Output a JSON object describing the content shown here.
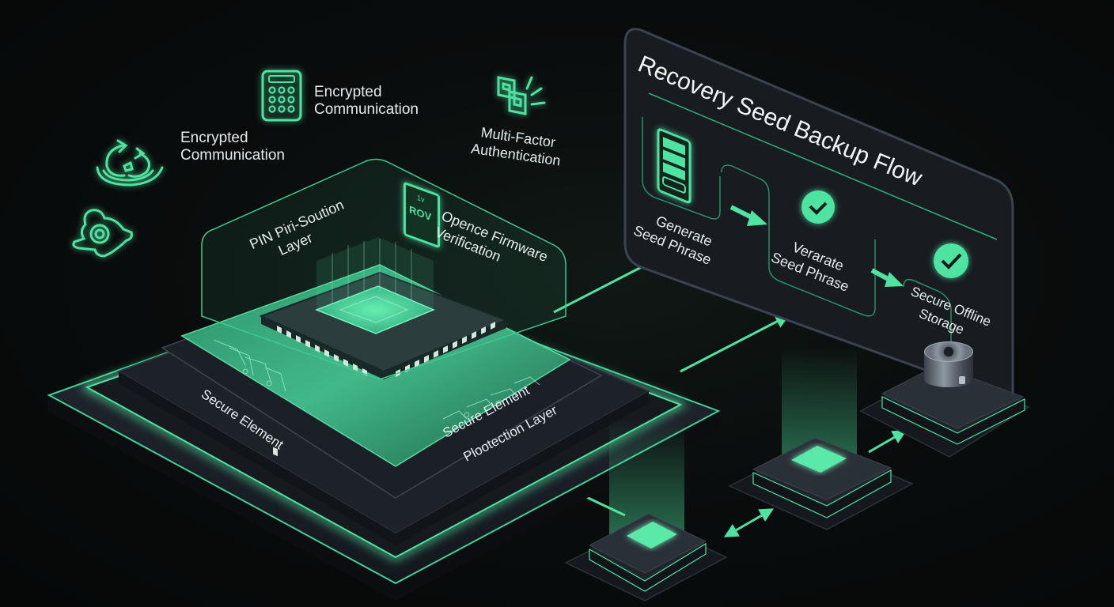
{
  "colors": {
    "background": "#080b0b",
    "accent": "#4fe3a2",
    "accent_dark": "#2a9a6a",
    "panel": "#1b2025",
    "panel_border": "#3a4350",
    "text": "#e6ebec"
  },
  "floating_features": [
    {
      "id": "encrypted-comm-keypad",
      "icon": "keypad-icon",
      "line1": "Encrypted",
      "line2": "Communication"
    },
    {
      "id": "encrypted-comm-refresh",
      "icon": "rotating-arrows-icon",
      "line1": "Encrypted",
      "line2": "Communication"
    },
    {
      "id": "mfa",
      "icon": "multi-device-auth-icon",
      "line1": "Multi-Factor",
      "line2": "Authentication"
    },
    {
      "id": "misc",
      "icon": "hardware-key-icon"
    }
  ],
  "chip_stack": {
    "pin_layer": {
      "line1": "PIN Piri-Soution",
      "line2": "Layer"
    },
    "firmware": {
      "icon": "firmware-badge-icon",
      "icon_text_top": "1v",
      "icon_text": "ROV",
      "line1": "Opence Firmware",
      "line2": "Verification"
    },
    "secure_element_left": "Secure Element",
    "secure_element_right": "Secure Element",
    "protection_layer": "Plootection Layer"
  },
  "flow_panel": {
    "title": "Recovery Seed Backup Flow",
    "steps": [
      {
        "icon": "seed-list-icon",
        "line1": "Generate",
        "line2": "Seed Phrase"
      },
      {
        "icon": "check-circle-icon",
        "line1": "Verarate",
        "line2": "Seed Phrase"
      },
      {
        "icon": "check-circle-icon",
        "line1": "Secure Offline",
        "line2": "Storage"
      }
    ]
  },
  "devices": [
    {
      "id": "node-1",
      "type": "glowing-pad"
    },
    {
      "id": "node-2",
      "type": "glowing-pad"
    },
    {
      "id": "node-3",
      "type": "storage-cylinder"
    }
  ]
}
